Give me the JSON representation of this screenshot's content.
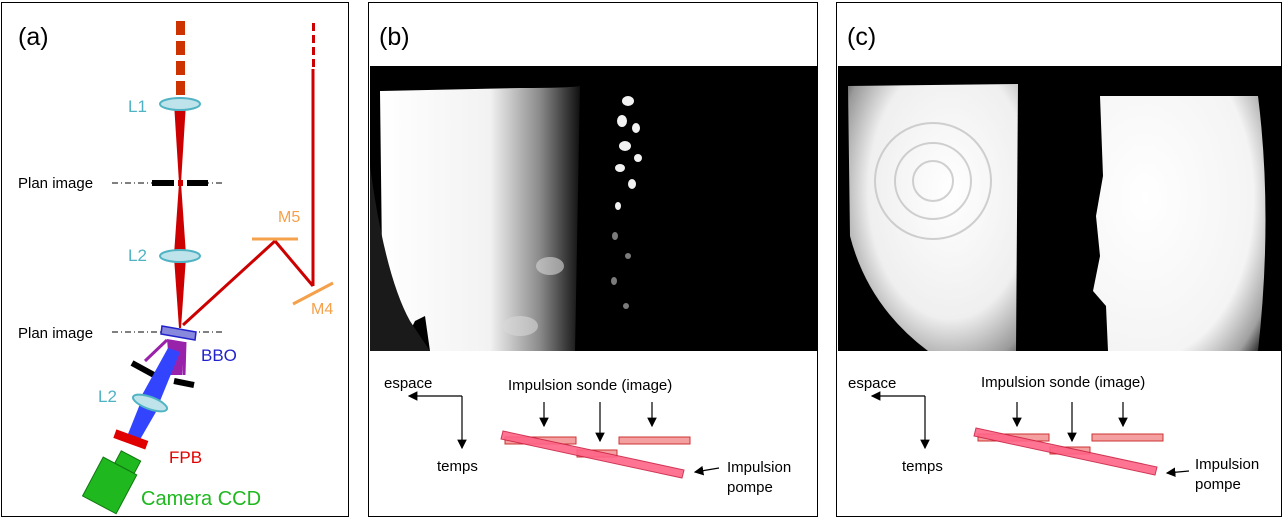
{
  "panel_a": {
    "label": "(a)",
    "lens1": "L1",
    "image_plane_1": "Plan image",
    "lens2_top": "L2",
    "mirror5": "M5",
    "mirror4": "M4",
    "image_plane_2": "Plan image",
    "crystal": "BBO",
    "lens2_bottom": "L2",
    "filter": "FPB",
    "camera": "Camera CCD"
  },
  "panel_b": {
    "label": "(b)",
    "space_axis": "espace",
    "time_axis": "temps",
    "probe_label": "Impulsion sonde (image)",
    "pump_label_line1": "Impulsion",
    "pump_label_line2": "pompe"
  },
  "panel_c": {
    "label": "(c)",
    "space_axis": "espace",
    "time_axis": "temps",
    "probe_label": "Impulsion sonde (image)",
    "pump_label_line1": "Impulsion",
    "pump_label_line2": "pompe"
  },
  "colors": {
    "beam_red": "#cc0000",
    "beam_orange": "#cc3300",
    "lens_cyan": "#4fb3c4",
    "mirror_orange": "#f5a04a",
    "bbo_blue": "#2222cc",
    "blue_beam": "#3344ff",
    "fpb_red": "#e00000",
    "camera_green": "#1fb81f",
    "probe_fill": "#f4a0a0",
    "pump_fill": "#ff6688"
  }
}
